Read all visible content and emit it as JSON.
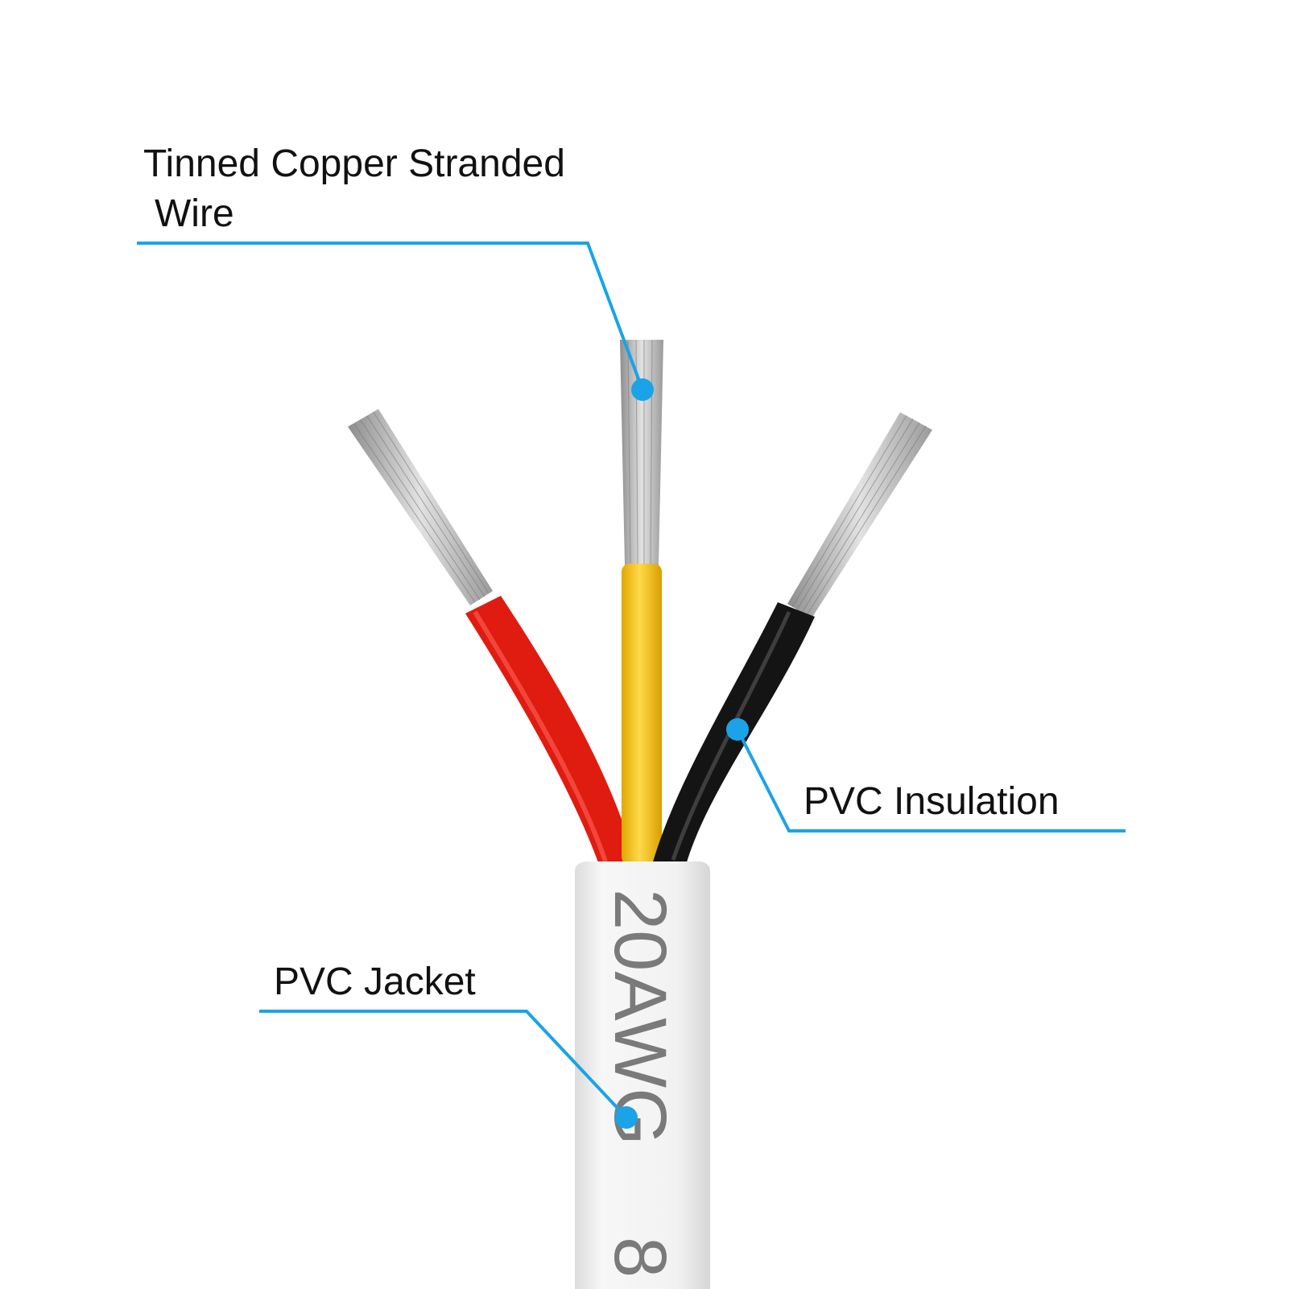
{
  "labels": {
    "conductor_line1": "Tinned Copper Stranded",
    "conductor_line2": "Wire",
    "insulation": "PVC Insulation",
    "jacket": "PVC Jacket"
  },
  "cable_print": {
    "gauge": "20AWG",
    "trailing": "8"
  },
  "colors": {
    "callout": "#1aa3e8",
    "red_wire": "#e01b10",
    "yellow_wire": "#f5c21c",
    "black_wire": "#141414",
    "jacket": "#f3f3f3",
    "strands": "#bfbfbf"
  }
}
